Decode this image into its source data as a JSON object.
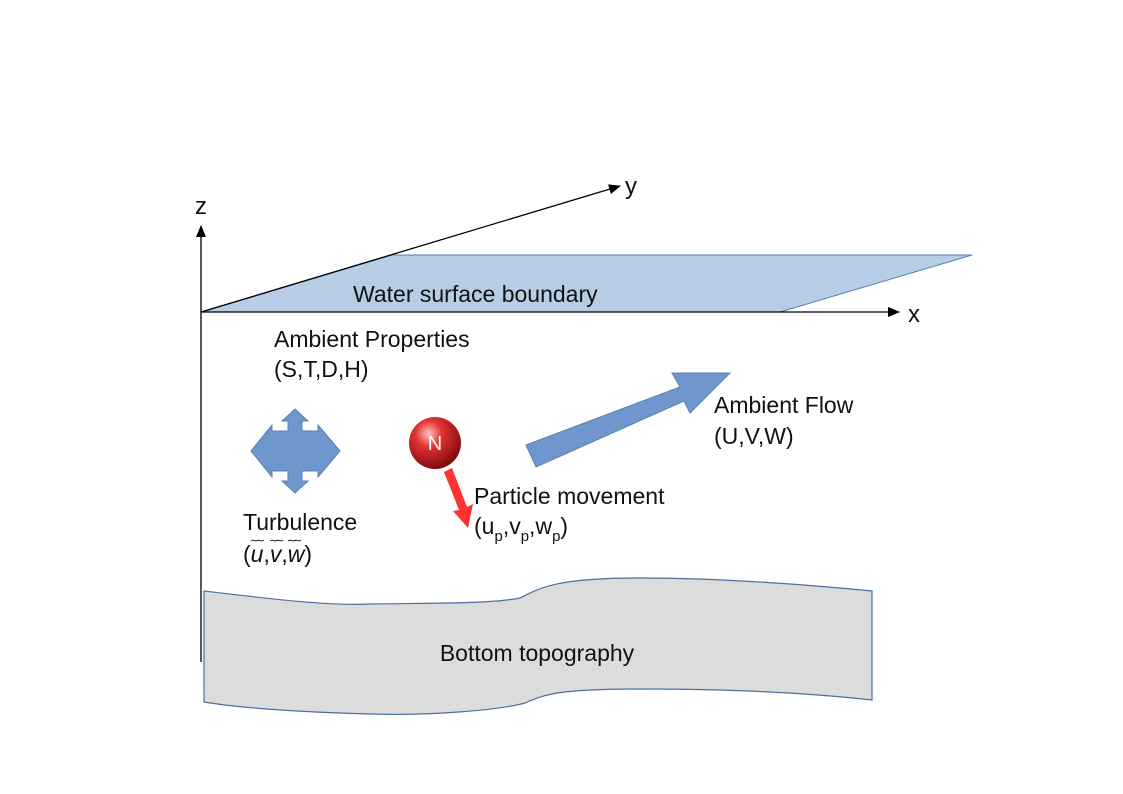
{
  "axes": {
    "x": "x",
    "y": "y",
    "z": "z"
  },
  "surface": {
    "label": "Water surface boundary",
    "fill": "#b7cde6",
    "stroke": "#5b7fb0"
  },
  "bottom": {
    "label": "Bottom topography",
    "fill": "#dcdcdc",
    "stroke": "#4b6fa0"
  },
  "ambient_properties": {
    "title": "Ambient Properties",
    "values": "(S,T,D,H)"
  },
  "ambient_flow": {
    "title": "Ambient Flow",
    "values": "(U,V,W)",
    "arrow_color": "#6f97cd"
  },
  "turbulence": {
    "title": "Turbulence",
    "open": "(",
    "u": "u",
    "v": "v",
    "w": "w",
    "sep": ",",
    "close": ")",
    "icon_color": "#6f97cd"
  },
  "particle": {
    "symbol": "N",
    "sphere_color": "#d62020",
    "arrow_color": "#ff3333"
  },
  "particle_movement": {
    "title": "Particle movement",
    "open": "(",
    "u": "u",
    "v": "v",
    "w": "w",
    "sub": "p",
    "sep": ",",
    "close": ")"
  }
}
